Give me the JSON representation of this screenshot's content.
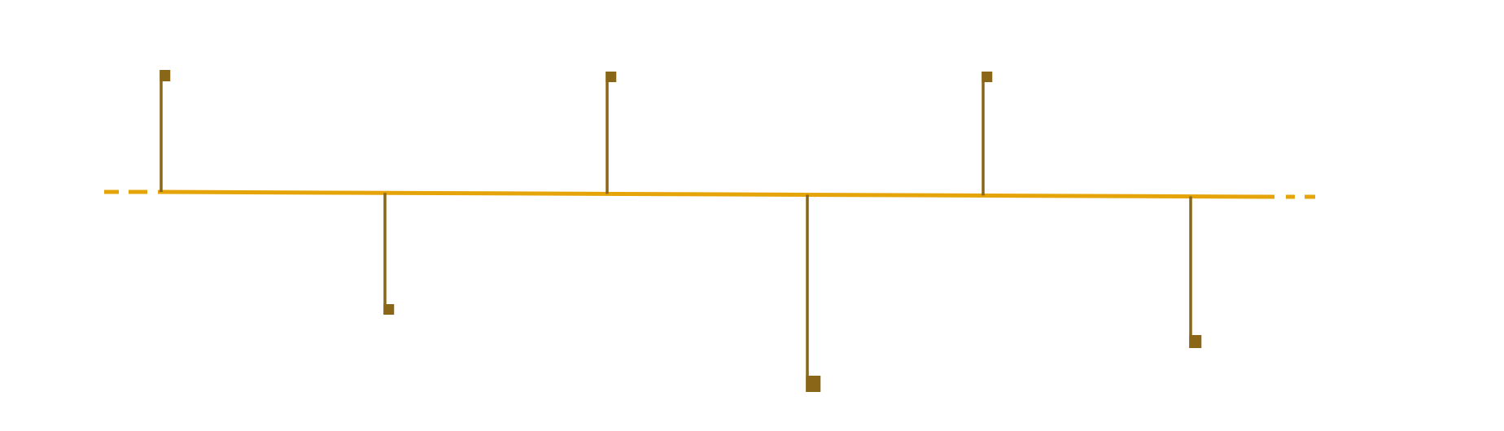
{
  "diagram": {
    "type": "timeline",
    "colors": {
      "axis": "#E5A50A",
      "marker": "#8A6718",
      "background": "#FFFFFF"
    },
    "events": [
      {
        "side": "up"
      },
      {
        "side": "down"
      },
      {
        "side": "up"
      },
      {
        "side": "down"
      },
      {
        "side": "up"
      },
      {
        "side": "down"
      }
    ]
  }
}
